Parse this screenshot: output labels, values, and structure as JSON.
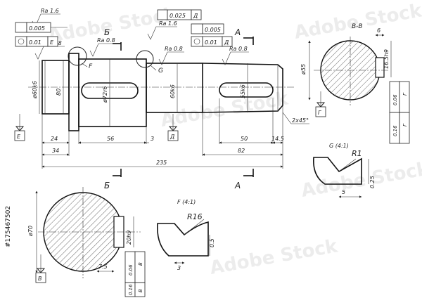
{
  "roughness": {
    "ra16_left": "Ra 1.6",
    "ra16_mid": "Ra 1.6",
    "ra08_a": "Ra 0.8",
    "ra08_b": "Ra 0.8",
    "ra08_c": "Ra 0.8",
    "ra08_d": "Ra 0.8"
  },
  "tolerances": {
    "t1_val": "0.005",
    "t2_val": "0.01",
    "t2_ref": "Е",
    "t3_val": "0.025",
    "t3_ref": "Д",
    "t4_val": "0.005",
    "t5_val": "0.01",
    "t5_ref": "Д",
    "bb_a": "0.06",
    "bb_a_ref": "Г",
    "bb_b": "0.16",
    "bb_b_ref": "Г",
    "sec_a": "0.06",
    "sec_a_ref": "В",
    "sec_b": "0.16",
    "sec_b_ref": "В"
  },
  "section_marks": {
    "b_top": "Б",
    "b_bottom": "Б",
    "a_top": "А",
    "a_bottom": "А",
    "view_bb": "В-В"
  },
  "datums": {
    "e": "Е",
    "d": "Д",
    "g": "Г",
    "v": "В"
  },
  "detail_marks": {
    "f": "F",
    "g": "G",
    "g_title": "G (4:1)",
    "f_title": "F (4:1)"
  },
  "diameters": {
    "d1": "ø60k6",
    "d2": "80",
    "d3": "ø72r6",
    "d4": "60k6",
    "d5": "55k6",
    "d6": "ø55",
    "d7": "ø70"
  },
  "lengths": {
    "l24": "24",
    "l56": "56",
    "l3": "3",
    "l50": "50",
    "l145": "14.5",
    "l34": "34",
    "l82": "82",
    "l235": "235",
    "chamfer": "2x45°"
  },
  "bb_dims": {
    "w6": "6",
    "h": "16.5h9"
  },
  "section_dims": {
    "h": "20h9",
    "w": "7.5"
  },
  "g_dims": {
    "r": "R1",
    "h": "0.25",
    "w": "5"
  },
  "f_dims": {
    "r": "R16",
    "h": "0.5",
    "w": "3"
  },
  "watermark": {
    "brand": "Adobe Stock",
    "id": "#175467502"
  }
}
